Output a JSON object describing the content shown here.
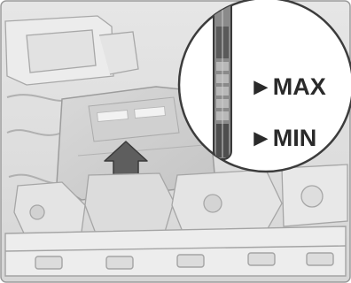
{
  "figure": {
    "subject": "engine-compartment-oil-dipstick",
    "arrow_icon": "up-arrow-icon",
    "markers": [
      {
        "symbol": "►",
        "label": "MAX"
      },
      {
        "symbol": "►",
        "label": "MIN"
      }
    ]
  }
}
